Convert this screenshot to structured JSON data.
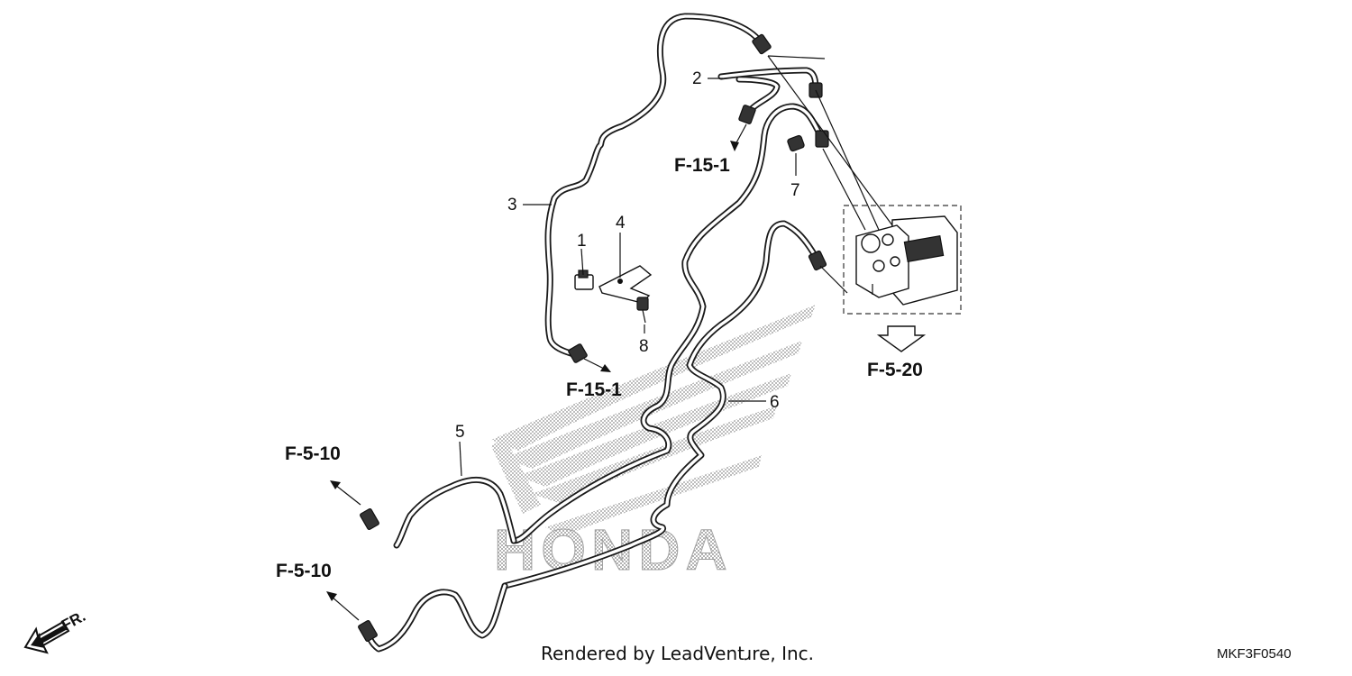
{
  "callouts": [
    {
      "id": "1",
      "label": "1"
    },
    {
      "id": "2",
      "label": "2"
    },
    {
      "id": "3",
      "label": "3"
    },
    {
      "id": "4",
      "label": "4"
    },
    {
      "id": "5",
      "label": "5"
    },
    {
      "id": "6",
      "label": "6"
    },
    {
      "id": "7",
      "label": "7"
    },
    {
      "id": "8",
      "label": "8"
    }
  ],
  "references": {
    "upper_a": "F-15-1",
    "upper_b": "F-15-1",
    "abs_unit": "F-5-20",
    "front_a": "F-5-10",
    "front_b": "F-5-10"
  },
  "direction_label": "FR.",
  "watermark_text": "HONDA",
  "footer": {
    "rendered_by": "Rendered by LeadVentɹre, Inc.",
    "diagram_code": "MKF3F0540"
  },
  "colors": {
    "line": "#111111",
    "watermark": "#b8b8b8",
    "background": "#ffffff"
  }
}
